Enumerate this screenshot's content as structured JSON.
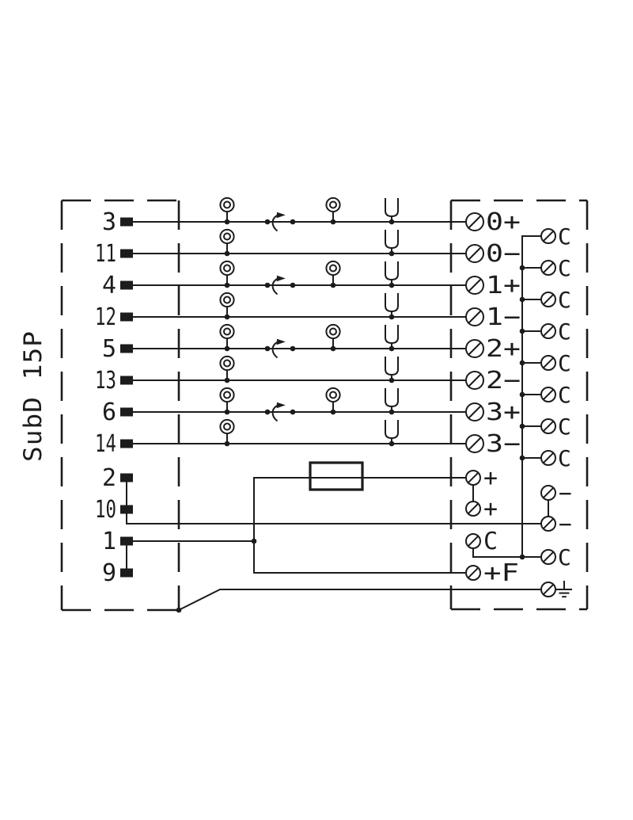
{
  "diagram": {
    "connector": {
      "label": "SubD 15P",
      "pins": [
        "3",
        "11",
        "4",
        "12",
        "5",
        "13",
        "6",
        "14",
        "2",
        "10",
        "1",
        "9"
      ]
    },
    "terminals": {
      "signal": [
        "0+",
        "0−",
        "1+",
        "1−",
        "2+",
        "2−",
        "3+",
        "3−"
      ],
      "plus": [
        "+",
        "+"
      ],
      "common_left": "C",
      "fused_plus": "+F",
      "common_column": [
        "C",
        "C",
        "C",
        "C",
        "C",
        "C",
        "C",
        "C"
      ],
      "minus": [
        "−",
        "−"
      ],
      "common_bottom": "C"
    },
    "symbols": {
      "test_point": "double-circle-test-point",
      "disconnect": "curved-arrow-disconnect",
      "socket": "fork-socket",
      "screw_terminal": "slashed-circle-screw-terminal",
      "fuse": "rectangle-fuse",
      "earth": "earth-ground"
    },
    "colors": {
      "line": "#1c1c1c",
      "background": "#ffffff"
    }
  }
}
